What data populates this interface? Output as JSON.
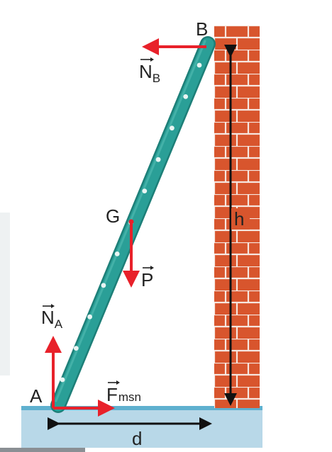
{
  "labels": {
    "point_a": "A",
    "point_b": "B",
    "point_g": "G",
    "height": "h",
    "distance": "d",
    "normal_a_main": "N",
    "normal_a_sub": "A",
    "normal_b_main": "N",
    "normal_b_sub": "B",
    "weight": "P",
    "friction_main": "F",
    "friction_sub": "msn"
  },
  "colors": {
    "force_arrow": "#e8212a",
    "dimension_arrow": "#111111",
    "ladder": "#2a9f97",
    "ladder_edge": "#1d7f78",
    "rung_dot": "#e9f5f3",
    "brick": "#d8552d",
    "mortar": "#f6e6df",
    "ground_top": "#5fb0cf",
    "ground": "#b8d8e8",
    "label_text": "#222222"
  },
  "icons": {
    "vector_arrow": "vector-arrow-icon"
  }
}
